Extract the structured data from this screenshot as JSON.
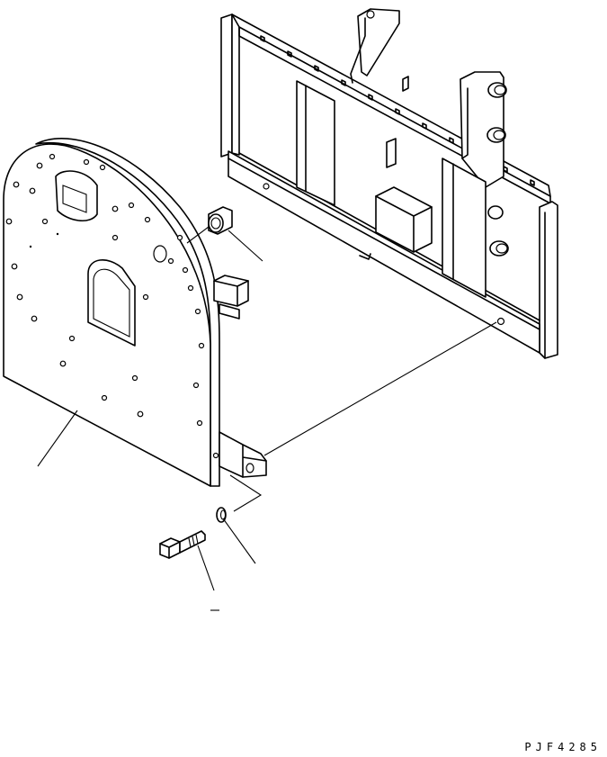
{
  "figure": {
    "drawing_code": "PJF4285"
  },
  "callouts": [
    {
      "name": "mounting-plate-callout"
    },
    {
      "name": "cap-callout"
    },
    {
      "name": "bolt-callout"
    },
    {
      "name": "washer-callout"
    }
  ]
}
